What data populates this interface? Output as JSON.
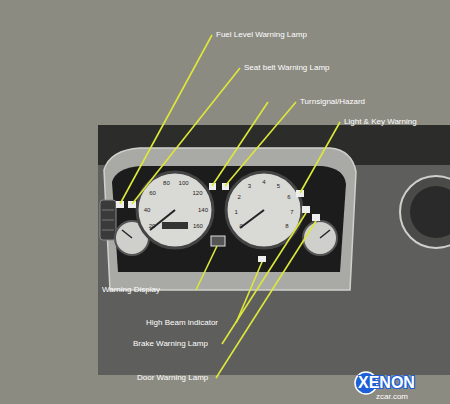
{
  "diagram": {
    "labels": [
      "Fuel Level Warning Lamp",
      "Seat belt Warning Lamp",
      "Turnsignal/Hazard",
      "Light & Key Warning",
      "Warning Display",
      "High Beam indicator",
      "Brake Warning Lamp",
      "Door Warning Lamp",
      "20",
      "40",
      "60",
      "80",
      "100",
      "120",
      "140",
      "160",
      "0",
      "1",
      "2",
      "3",
      "4",
      "5",
      "6",
      "7",
      "8",
      "XENON",
      "zcar.com"
    ]
  }
}
